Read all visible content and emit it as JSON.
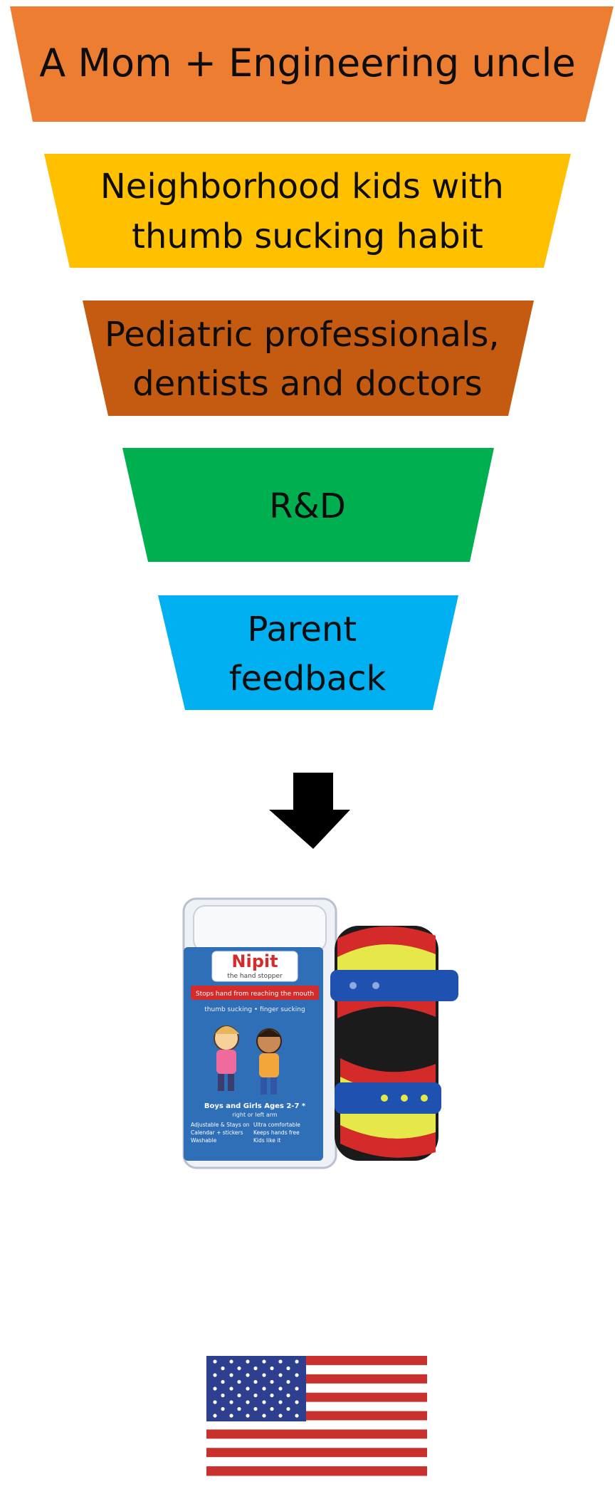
{
  "funnel": {
    "stages": [
      {
        "lines": [
          "A Mom + Engineering uncle"
        ],
        "color": "#ED7D31"
      },
      {
        "lines": [
          "Neighborhood kids with",
          "thumb sucking habit"
        ],
        "color": "#FFC000"
      },
      {
        "lines": [
          "Pediatric professionals,",
          "dentists and doctors"
        ],
        "color": "#C55A11"
      },
      {
        "lines": [
          "R&D"
        ],
        "color": "#00B050"
      },
      {
        "lines": [
          "Parent",
          "feedback"
        ],
        "color": "#00B0F0"
      }
    ]
  },
  "arrow": {
    "icon": "down-arrow-icon",
    "color": "#000000"
  },
  "product": {
    "brand": "Nipit",
    "tagline": "the hand stopper",
    "banner": "Stops hand from reaching the mouth",
    "subline": "thumb sucking • finger sucking",
    "ages": "Boys and Girls Ages 2-7 *",
    "ages_note": "right or left arm",
    "features": [
      "Adjustable & Stays on",
      "Ultra comfortable",
      "Calendar + stickers",
      "Keeps hands free",
      "Washable",
      "Kids like it"
    ],
    "colors": {
      "box_blue": "#2F6FB7",
      "banner_red": "#D62B2B",
      "stripe_red": "#D42A2A",
      "stripe_yellow": "#E6E84A",
      "strap_blue": "#1F52B0"
    }
  },
  "flag": {
    "icon": "us-flag-icon",
    "red": "#C8312E",
    "blue": "#2E3F8F"
  }
}
